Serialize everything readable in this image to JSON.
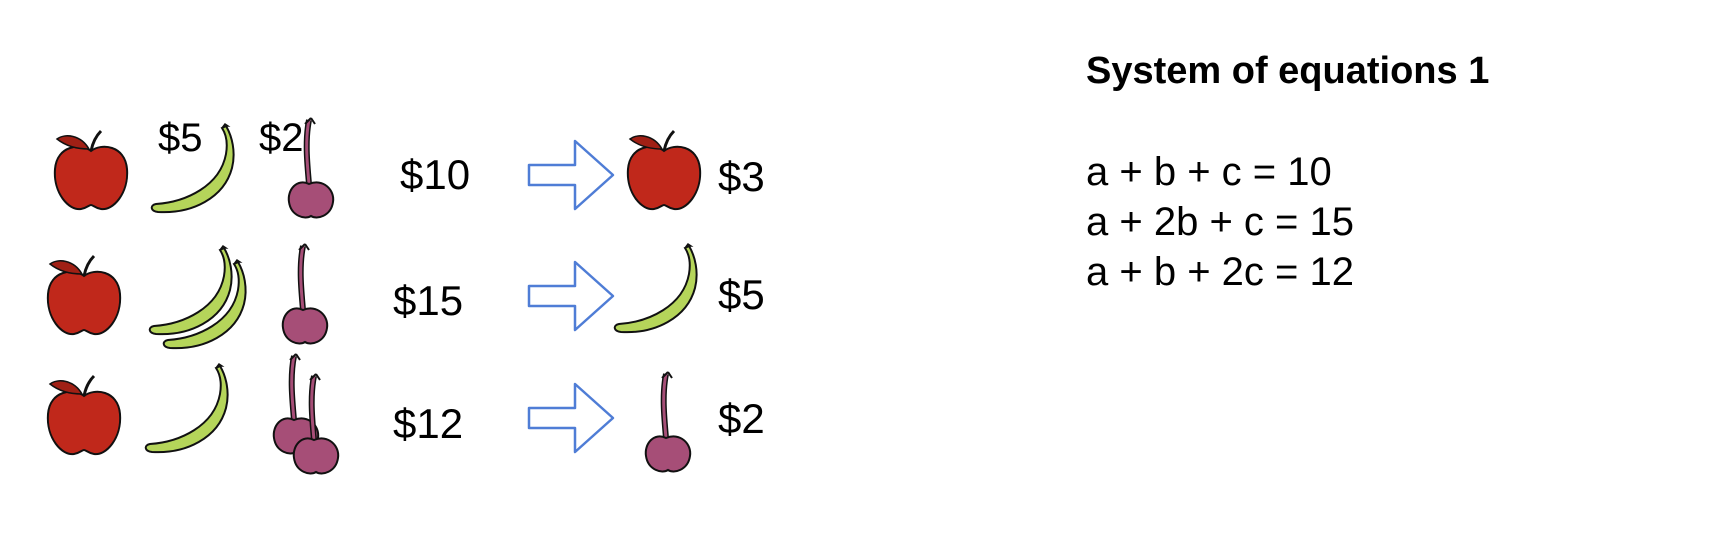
{
  "panel": {
    "title": "System of equations 1",
    "equations": [
      "a + b + c = 10",
      "a + 2b + c = 15",
      "a + b + 2c = 12"
    ]
  },
  "rows": [
    {
      "fruits": [
        "apple",
        "banana",
        "cherry"
      ],
      "total": "$10",
      "result_fruit": "apple",
      "result_price": "$3",
      "labels": {
        "banana": "$5",
        "cherry": "$2"
      }
    },
    {
      "fruits": [
        "apple",
        "banana",
        "banana",
        "cherry"
      ],
      "total": "$15",
      "result_fruit": "banana",
      "result_price": "$5"
    },
    {
      "fruits": [
        "apple",
        "banana",
        "cherry",
        "cherry"
      ],
      "total": "$12",
      "result_fruit": "cherry",
      "result_price": "$2"
    }
  ],
  "colors": {
    "apple": "#c0281b",
    "banana": "#b5d55a",
    "cherry": "#a64e77",
    "arrow_stroke": "#4f7dd6",
    "outline": "#111111"
  }
}
